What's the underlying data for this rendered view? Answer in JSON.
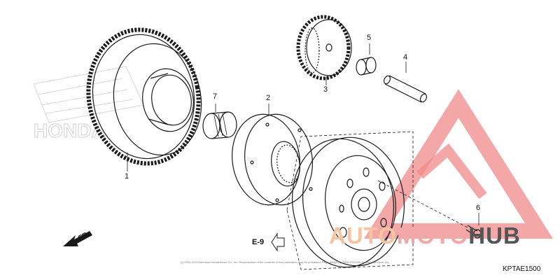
{
  "callouts": {
    "p1": "1",
    "p2": "2",
    "p3": "3",
    "p4": "4",
    "p5": "5",
    "p6": "6",
    "p7": "7"
  },
  "reference": "E-9",
  "direction_label": "FR.",
  "watermark_left": "HONDA",
  "watermark_brand": {
    "part1": "AUTO",
    "part2": "MOTO",
    "part3": "HUB"
  },
  "diagram_code": "KPTAE1500",
  "copyright": "(c) 2003-2013 American Honda Motor Co., Inc. Reproduction of the contents of this publication may be prohibited. Page design (c) 2004-2013 ARI Network Services, Inc.",
  "colors": {
    "line": "#1a1a1a",
    "watermark_red": "#f08080",
    "watermark_orange": "#f5b38a",
    "watermark_gray": "#555555"
  }
}
